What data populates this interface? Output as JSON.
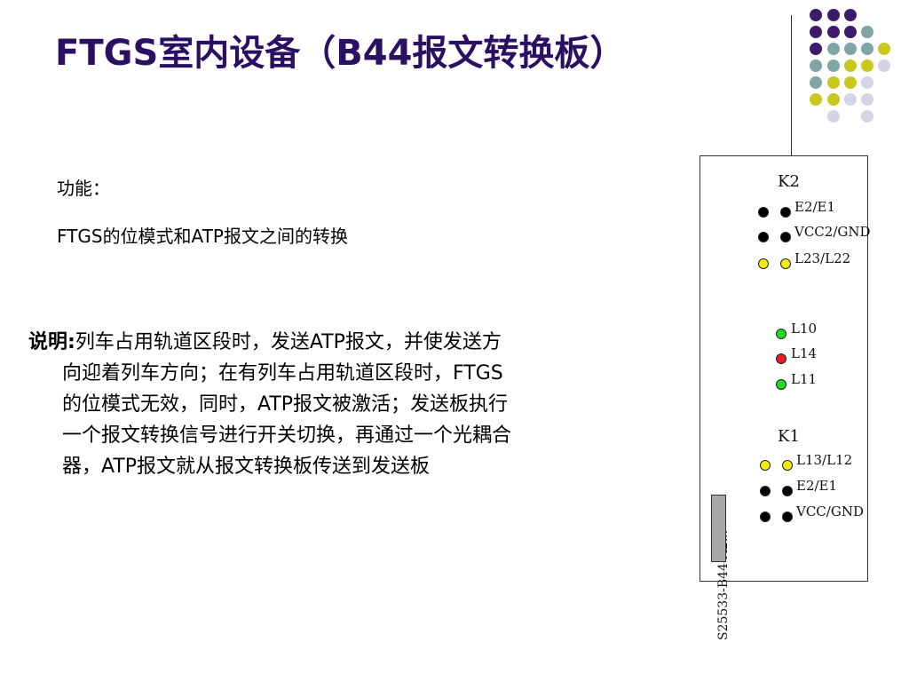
{
  "title": "FTGS室内设备（B44报文转换板）",
  "function": {
    "label": "功能：",
    "text": "FTGS的位模式和ATP报文之间的转换"
  },
  "description": {
    "label": "说明:",
    "lines": [
      "列车占用轨道区段时，发送ATP报文，并使发送方",
      "向迎着列车方向；在有列车占用轨道区段时，FTGS",
      "的位模式无效，同时，ATP报文被激活；发送板执行",
      "一个报文转换信号进行开关切换，再通过一个光耦合",
      "器，ATP报文就从报文转换板传送到发送板"
    ]
  },
  "board": {
    "part_number": "S25533-B44-A2...",
    "k2_label": "K2",
    "k1_label": "K1",
    "leds": {
      "e2e1_top": "E2/E1",
      "vcc2gnd": "VCC2/GND",
      "l23l22": "L23/L22",
      "l10": "L10",
      "l14": "L14",
      "l11": "L11",
      "l13l12": "L13/L12",
      "e2e1_bottom": "E2/E1",
      "vccgnd": "VCC/GND"
    }
  },
  "colors": {
    "title": "#2b0f63",
    "decor_purple": "#3d1a6b",
    "decor_teal": "#7fa6a4",
    "decor_yellow": "#c9c81f",
    "decor_lavender": "#d4d4e6"
  }
}
